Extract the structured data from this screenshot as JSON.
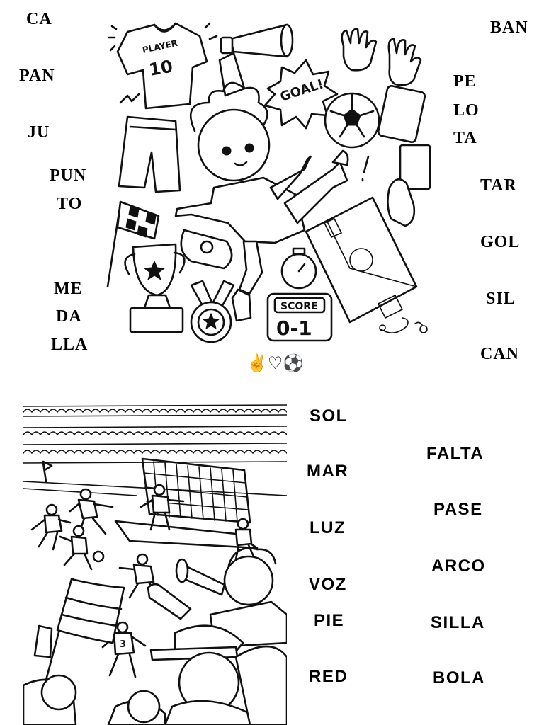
{
  "left_syllables": {
    "s1": "CA",
    "s2": "PAN",
    "s3": "JU",
    "s4": [
      "PUN",
      "TO"
    ],
    "s5": [
      "ME",
      "DA",
      "LLA"
    ]
  },
  "right_syllables": {
    "s1": "BAN",
    "s2": [
      "PE",
      "LO",
      "TA"
    ],
    "s3": "TAR",
    "s4": "GOL",
    "s5": "SIL",
    "s6": "CAN"
  },
  "illustration": {
    "jersey_label": "PLAYER",
    "jersey_number": "10",
    "goal_burst": "GOAL!",
    "score_label": "SCORE",
    "score_value": "0-1",
    "emojis": "✌️♡⚽"
  },
  "word_list_1": [
    "SOL",
    "MAR",
    "LUZ",
    "VOZ",
    "PIE",
    "RED"
  ],
  "word_list_2": [
    "FALTA",
    "PASE",
    "ARCO",
    "SILLA",
    "BOLA"
  ],
  "scene": {
    "player_number": "3"
  }
}
